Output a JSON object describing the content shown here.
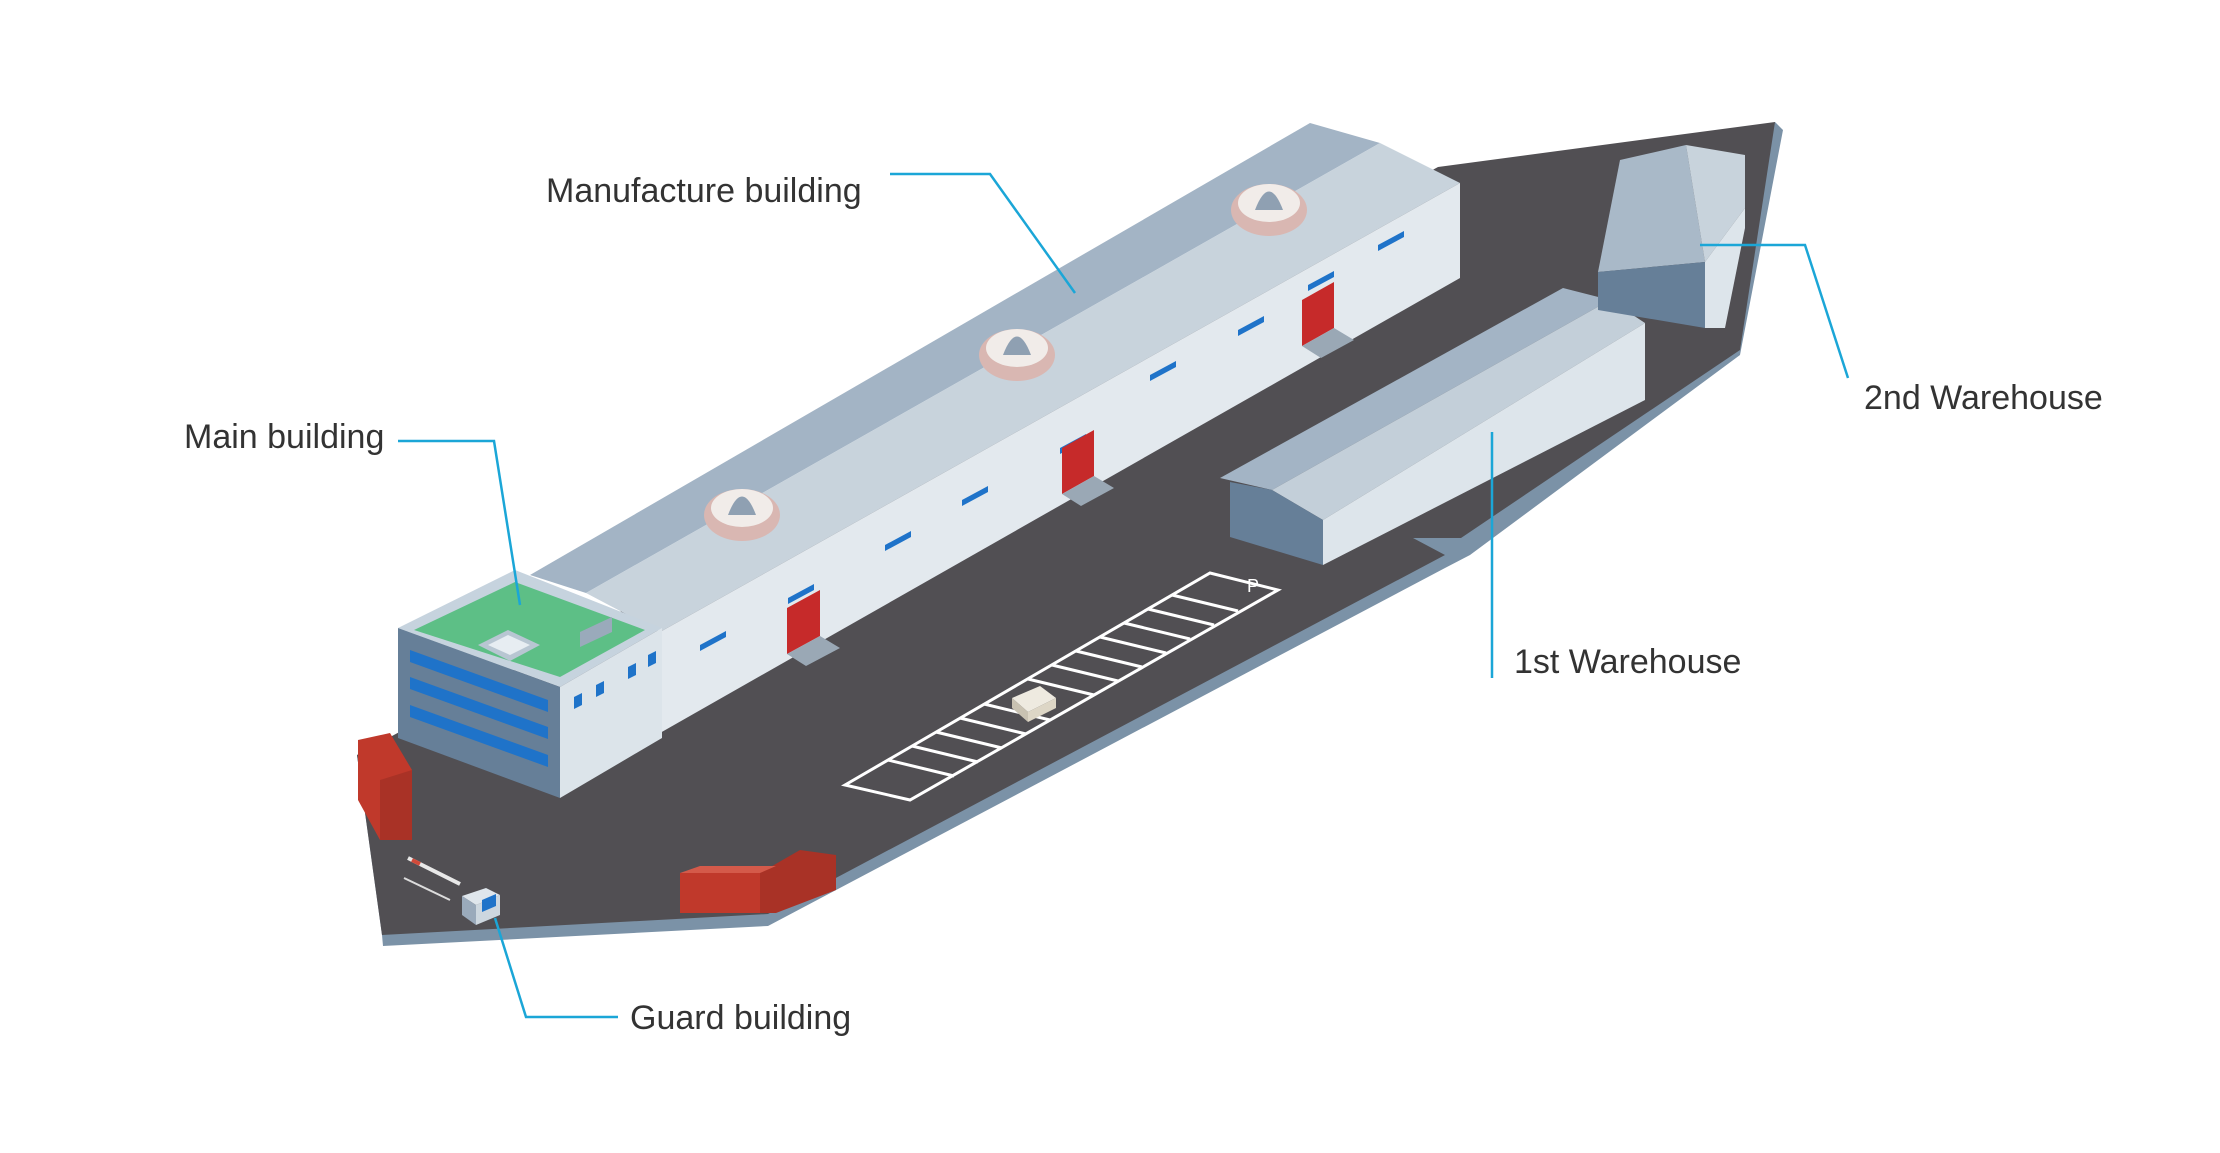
{
  "labels": {
    "manufacture": "Manufacture building",
    "main": "Main building",
    "second_warehouse": "2nd Warehouse",
    "first_warehouse": "1st Warehouse",
    "guard": "Guard building"
  },
  "parking_sign": "P",
  "colors": {
    "ground_top": "#514f53",
    "ground_side": "#7b92a7",
    "leader_line": "#1ba6d7",
    "roof_light": "#a3b4c5",
    "wall_light": "#d5dee5",
    "wall_shade": "#667f98",
    "door_red": "#c62a2a",
    "green_roof": "#5dbf86",
    "window_blue": "#1f73c9",
    "label_text": "#333333"
  }
}
